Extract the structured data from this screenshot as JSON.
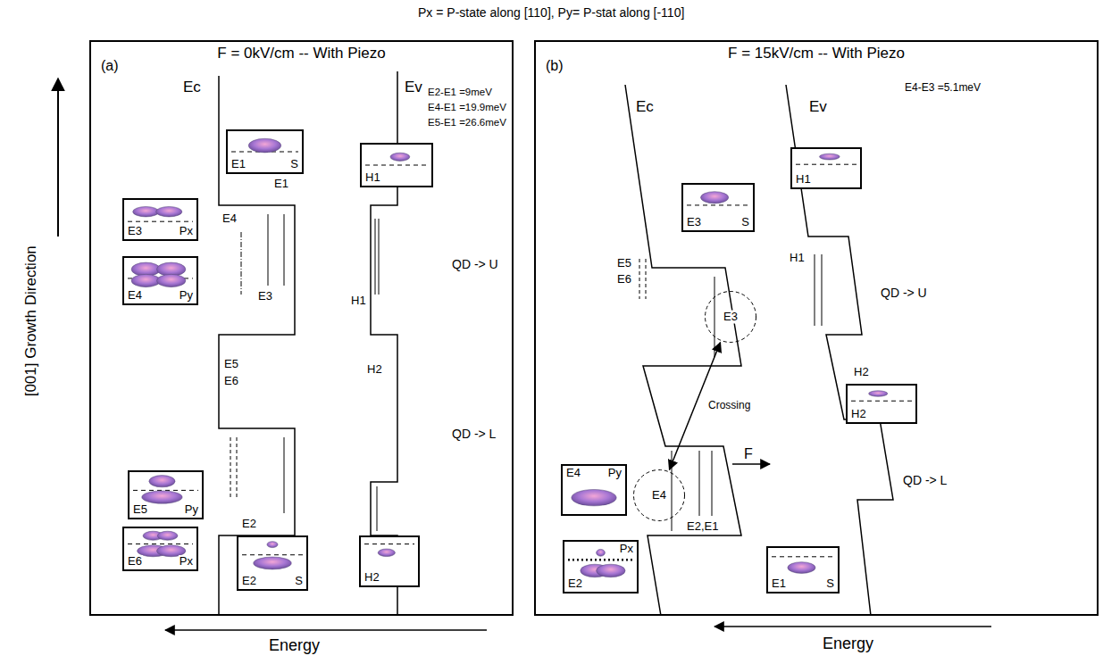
{
  "diagram": {
    "title": "Px = P-state along [110], Py= P-stat along [-110]",
    "nodes": [
      {
        "text": [
          "F = 0kV/cm -- With Piezo",
          "(a)"
        ]
      },
      {
        "text": [
          "E1",
          "S"
        ],
        "in": 0
      },
      {
        "text": [
          "H1"
        ],
        "in": 0
      },
      {
        "text": [
          "E3",
          "Px"
        ],
        "in": 0
      },
      {
        "text": [
          "E4",
          "Py"
        ],
        "in": 0
      },
      {
        "text": [
          "E5",
          "Py"
        ],
        "in": 0
      },
      {
        "text": [
          "E6",
          "Px"
        ],
        "in": 0
      },
      {
        "text": [
          "E2",
          "S"
        ],
        "in": 0
      },
      {
        "text": [
          "H2"
        ],
        "in": 0
      },
      {
        "text": [
          "F = 15kV/cm -- With Piezo",
          "(b)"
        ]
      },
      {
        "text": [
          "E3",
          "S"
        ],
        "in": 9
      },
      {
        "text": [
          "H1"
        ],
        "in": 9
      },
      {
        "text": [
          "E3"
        ],
        "in": 9
      },
      {
        "text": [
          "H2"
        ],
        "in": 9
      },
      {
        "text": [
          "E4"
        ],
        "in": 9
      },
      {
        "text": [
          "E4",
          "Py"
        ],
        "in": 9
      },
      {
        "text": [
          "Px",
          "E2"
        ],
        "in": 9
      },
      {
        "text": [
          "E1",
          "S"
        ],
        "in": 9
      }
    ],
    "edges": [
      {
        "from": 12,
        "to": 14,
        "arrow": "both",
        "label": "Crossing"
      }
    ],
    "labels": [
      "[001] Growth Direction",
      "Energy",
      "Energy",
      "Ec",
      "Ev",
      "E2-E1 =9meV",
      "E4-E1 =19.9meV",
      "E5-E1 =26.6meV",
      "E1",
      "E4",
      "E3",
      "H1",
      "QD -> U",
      "E5",
      "E6",
      "H2",
      "QD -> L",
      "E2",
      "Ec",
      "Ev",
      "E4-E3 =5.1meV",
      "E5",
      "E6",
      "H1",
      "QD -> U",
      "H2",
      "F",
      "QD -> L",
      "E2,E1"
    ]
  }
}
